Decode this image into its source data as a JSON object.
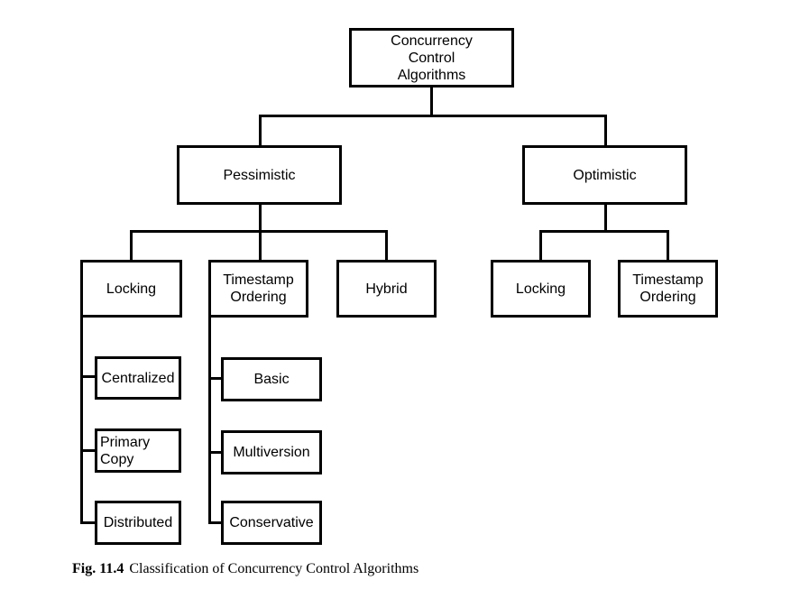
{
  "nodes": {
    "root": "Concurrency\nControl\nAlgorithms",
    "pessimistic": "Pessimistic",
    "optimistic": "Optimistic",
    "p_locking": "Locking",
    "p_timestamp": "Timestamp\nOrdering",
    "hybrid": "Hybrid",
    "o_locking": "Locking",
    "o_timestamp": "Timestamp\nOrdering",
    "centralized": "Centralized",
    "primary_copy": "Primary\nCopy",
    "distributed": "Distributed",
    "basic": "Basic",
    "multiversion": "Multiversion",
    "conservative": "Conservative"
  },
  "caption": {
    "number": "Fig. 11.4",
    "text": "Classification of Concurrency Control Algorithms"
  }
}
